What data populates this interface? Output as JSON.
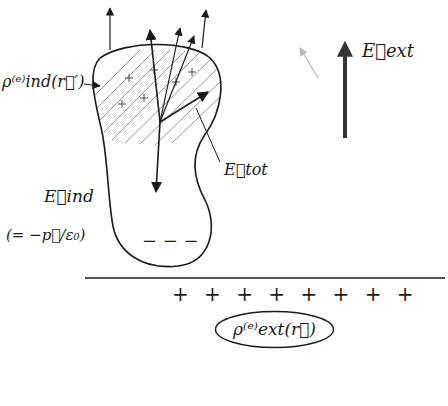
{
  "diagram": {
    "nodes": [
      {
        "text": [
          "ρ⁽ᵉ⁾ext(r⃗)"
        ]
      }
    ],
    "edges": [],
    "labels": [
      "ρ⁽ᵉ⁾ind(r⃗′)",
      "E⃗ext",
      "E⃗ind",
      "(= −p⃗/ε₀)",
      "E⃗tot",
      "− − −",
      "+ + + + + + + +"
    ]
  }
}
